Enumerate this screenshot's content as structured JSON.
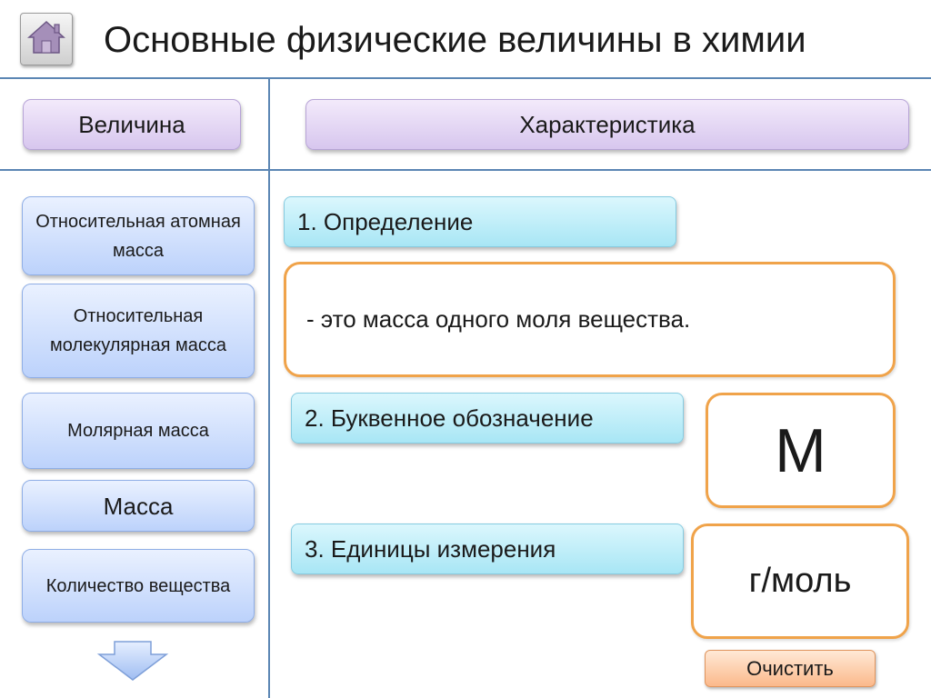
{
  "slide": {
    "title": "Основные физические величины в химии"
  },
  "header": {
    "quantity_label": "Величина",
    "characteristic_label": "Характеристика"
  },
  "quantities": [
    {
      "label": "Относительная атомная масса"
    },
    {
      "label": "Относительная молекулярная масса"
    },
    {
      "label": "Молярная масса"
    },
    {
      "label": "Масса"
    },
    {
      "label": "Количество вещества"
    }
  ],
  "properties": {
    "definition_label": "1. Определение",
    "definition_text": "- это масса одного моля вещества.",
    "symbol_label": "2. Буквенное обозначение",
    "symbol_value": "M",
    "units_label": "3. Единицы измерения",
    "units_value": "г/моль"
  },
  "actions": {
    "clear_label": "Очистить"
  },
  "icons": {
    "home": "home-icon",
    "scroll_down": "arrow-down-icon"
  },
  "colors": {
    "rule_lines": "#5b86b4",
    "header_pill": "#d7c6ee",
    "quantity_button": "#bcd2fb",
    "property_label": "#a8e6f5",
    "answer_border": "#f0a34a",
    "clear_button": "#fbb98b"
  }
}
